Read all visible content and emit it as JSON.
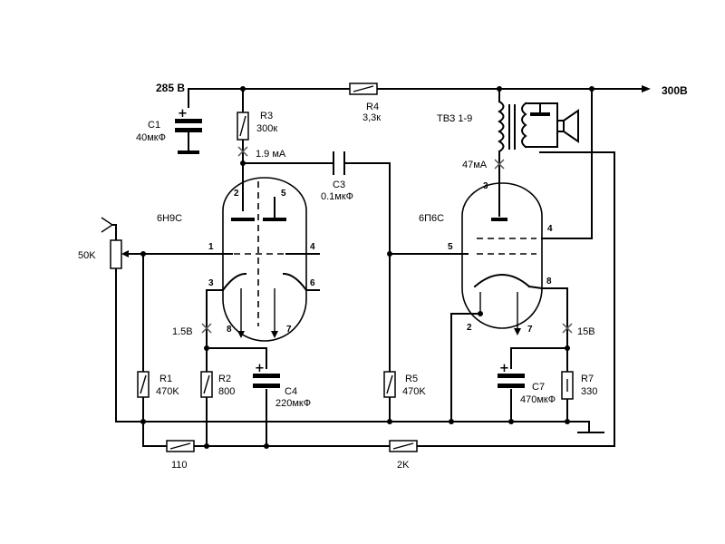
{
  "supply": {
    "left": "285 В",
    "right": "300В"
  },
  "tubes": {
    "v1": {
      "type": "6Н9С",
      "pins": [
        "2",
        "5",
        "1",
        "4",
        "3",
        "6",
        "8",
        "7"
      ]
    },
    "v2": {
      "type": "6П6С",
      "pins": [
        "3",
        "4",
        "5",
        "8",
        "2",
        "7"
      ]
    }
  },
  "components": {
    "c1": {
      "ref": "C1",
      "value": "40мкФ"
    },
    "r3": {
      "ref": "R3",
      "value": "300к"
    },
    "r4": {
      "ref": "R4",
      "value": "3,3к"
    },
    "c3": {
      "ref": "C3",
      "value": "0.1мкФ"
    },
    "pot": {
      "value": "50K"
    },
    "r1": {
      "ref": "R1",
      "value": "470K"
    },
    "r2": {
      "ref": "R2",
      "value": "800"
    },
    "c4": {
      "ref": "C4",
      "value": "220мкФ"
    },
    "r5": {
      "ref": "R5",
      "value": "470K"
    },
    "c7": {
      "ref": "C7",
      "value": "470мкФ"
    },
    "r7": {
      "ref": "R7",
      "value": "330"
    },
    "rfb1": {
      "value": "110"
    },
    "rfb2": {
      "value": "2K"
    },
    "transformer": {
      "ref": "ТВЗ 1-9"
    }
  },
  "measurements": {
    "v1_anode_current": "1.9 мА",
    "v1_cathode_voltage": "1.5В",
    "v2_anode_current": "47мА",
    "v2_cathode_voltage": "15В"
  },
  "polarity_sign": "+"
}
